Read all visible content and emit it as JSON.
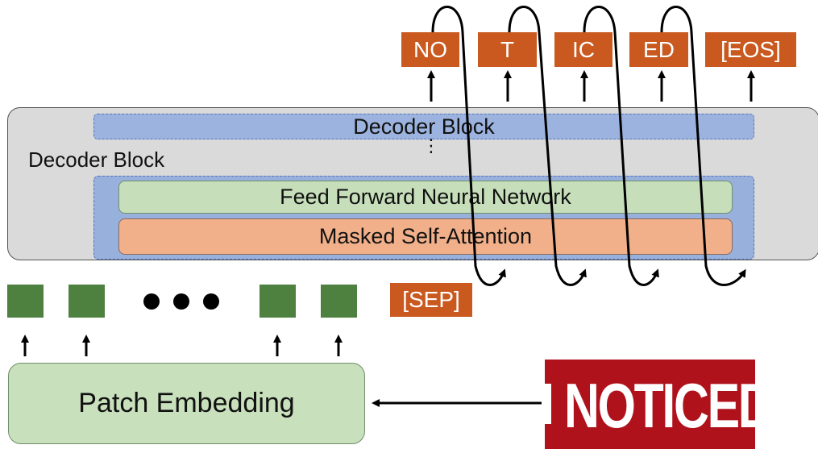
{
  "diagram": {
    "outer_block_label": "Decoder Block",
    "top_block_label": "Decoder Block",
    "vertical_ellipsis": "⋮",
    "ffnn_label": "Feed Forward Neural Network",
    "attention_label": "Masked Self-Attention",
    "output_tokens": [
      "NO",
      "T",
      "IC",
      "ED",
      "[EOS]"
    ],
    "separator_token": "[SEP]",
    "patch_embedding_label": "Patch Embedding",
    "input_image_text": "NOTICED",
    "patch_count": 4
  },
  "colors": {
    "token_orange": "#c9591f",
    "patch_green": "#4e8140",
    "decoder_blue": "#9bb3de",
    "ffnn_green": "#c6dfba",
    "attention_orange": "#f1b08a",
    "outer_gray": "#dadada",
    "image_red": "#b0121c"
  }
}
